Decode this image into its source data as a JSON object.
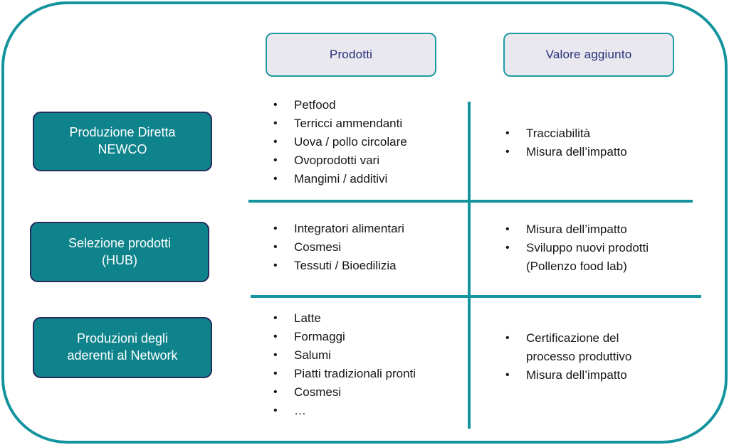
{
  "theme": {
    "teal_line": "#13949E",
    "teal_box_fill": "#0E838C",
    "box_border_navy": "#232C5B",
    "header_fill": "#E9E8EF",
    "header_text_navy": "#262E76",
    "body_text": "#161616",
    "background": "#FFFFFF"
  },
  "headers": {
    "products": "Prodotti",
    "value": "Valore aggiunto"
  },
  "rows": [
    {
      "box_lines": [
        "Produzione Diretta",
        "NEWCO"
      ],
      "products": [
        "Petfood",
        "Terricci ammendanti",
        "Uova / pollo circolare",
        "Ovoprodotti vari",
        "Mangimi / additivi"
      ],
      "value": [
        "Tracciabilità",
        "Misura dell’impatto"
      ]
    },
    {
      "box_lines": [
        "Selezione prodotti",
        "(HUB)"
      ],
      "products": [
        "Integratori alimentari",
        "Cosmesi",
        "Tessuti / Bioedilizia"
      ],
      "value": [
        "Misura dell’impatto",
        "Sviluppo nuovi prodotti\n(Pollenzo food lab)"
      ]
    },
    {
      "box_lines": [
        "Produzioni degli",
        "aderenti al Network"
      ],
      "products": [
        "Latte",
        "Formaggi",
        "Salumi",
        "Piatti tradizionali pronti",
        "Cosmesi",
        "…"
      ],
      "value": [
        "Certificazione del\nprocesso produttivo",
        "Misura dell’impatto"
      ]
    }
  ]
}
